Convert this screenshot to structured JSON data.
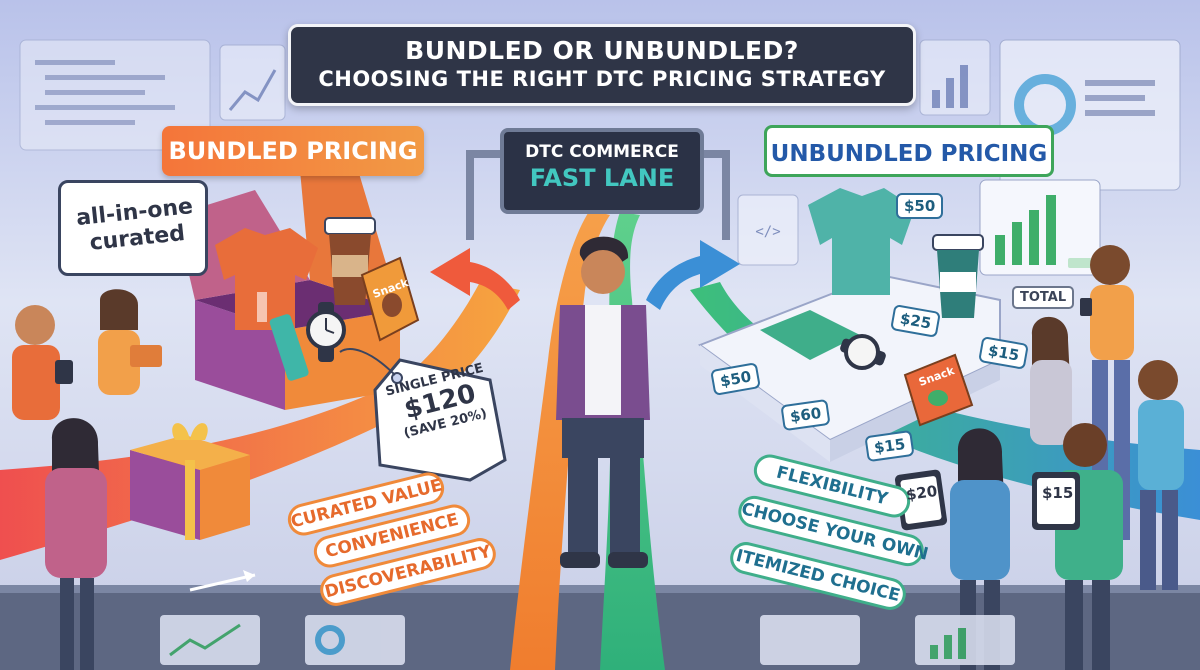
{
  "title": {
    "line1": "BUNDLED OR UNBUNDLED?",
    "line2": "CHOOSING THE RIGHT DTC PRICING STRATEGY"
  },
  "sign": {
    "line1": "DTC COMMERCE",
    "line2": "FAST LANE"
  },
  "bundled": {
    "header": "BUNDLED PRICING",
    "bubble": "all-in-one curated",
    "snack_label": "Snack",
    "tag": {
      "line1": "SINGLE PRICE",
      "line2": "$120",
      "line3": "(SAVE 20%)"
    },
    "benefits": [
      "CURATED VALUE",
      "CONVENIENCE",
      "DISCOVERABILITY"
    ]
  },
  "unbundled": {
    "header": "UNBUNDLED PRICING",
    "snack_label": "Snack",
    "price_tags": [
      "$50",
      "$25",
      "$15",
      "$50",
      "$60",
      "$15"
    ],
    "total_label": "TOTAL",
    "screen_prices": [
      "$20",
      "$15"
    ],
    "benefits": [
      "FLEXIBILITY",
      "CHOOSE YOUR OWN",
      "ITEMIZED CHOICE"
    ]
  },
  "colors": {
    "bundled_accent": "#f4753a",
    "unbundled_accent": "#3ea55a",
    "unbundled_text": "#2459a8",
    "banner_bg": "#2f3547",
    "fastlane_teal": "#42c7c0"
  },
  "icons": [
    "gift-box-icon",
    "shirt-icon",
    "coffee-cup-icon",
    "watch-icon",
    "snack-bag-icon",
    "price-tag-icon",
    "arrow-icon",
    "tablet-icon",
    "person-icon"
  ]
}
